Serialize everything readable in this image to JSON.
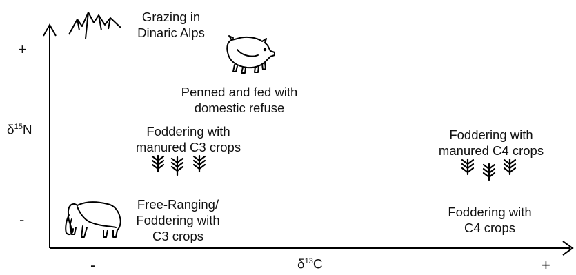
{
  "y_axis": {
    "label_symbol": "δ",
    "label_sup": "15",
    "label_el": "N",
    "plus": "+",
    "minus": "-"
  },
  "x_axis": {
    "label_symbol": "δ",
    "label_sup": "13",
    "label_el": "C",
    "plus": "+",
    "minus": "-"
  },
  "regions": {
    "alps": [
      "Grazing in",
      "Dinaric Alps"
    ],
    "penned": [
      "Penned and fed with",
      "domestic refuse"
    ],
    "manured_c3": [
      "Foddering with",
      "manured C3 crops"
    ],
    "manured_c4": [
      "Foddering with",
      "manured C4 crops"
    ],
    "free_ranging": [
      "Free-Ranging/",
      "Foddering with",
      "C3 crops"
    ],
    "c4": [
      "Foddering with",
      "C4 crops"
    ]
  },
  "icons": [
    "mountains-icon",
    "pig-icon",
    "plant-icon",
    "sheep-icon"
  ]
}
